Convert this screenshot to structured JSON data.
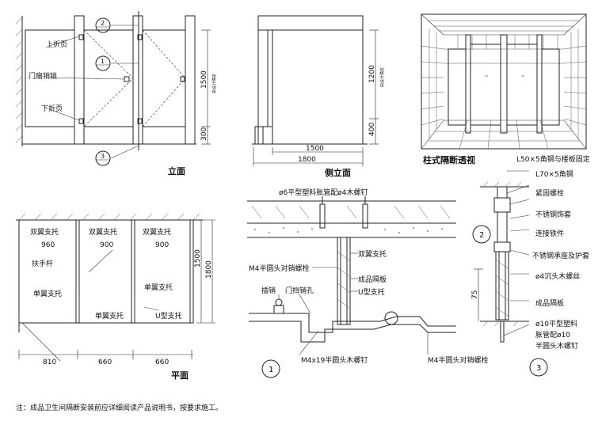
{
  "elevation": {
    "title": "立面",
    "labels": [
      "上折页",
      "门扇销锁",
      "下折页"
    ],
    "dims": [
      "1500",
      "300"
    ],
    "callouts": [
      "2",
      "1",
      "3"
    ],
    "note": "由设计确定"
  },
  "side_elevation": {
    "title": "侧立面",
    "dims_v": [
      "1200",
      "400"
    ],
    "dims_h": [
      "1500",
      "1800"
    ],
    "note": "由设计确定"
  },
  "perspective": {
    "title": "柱式隔断透视"
  },
  "plan": {
    "title": "平面",
    "labels": [
      "双翼支托",
      "双翼支托",
      "双翼支托",
      "扶手杆",
      "单翼支托",
      "单翼支托",
      "单翼支托",
      "U型支托"
    ],
    "top_dims": [
      "960",
      "900",
      "900"
    ],
    "bottom_dims": [
      "810",
      "660",
      "660"
    ],
    "v_dims": [
      "1500",
      "1800"
    ]
  },
  "detail1": {
    "callout": "1",
    "labels": [
      "ø6平型塑料胀管配ø4木螺钉",
      "双翼支托",
      "M4半圆头对销螺栓",
      "成品隔板",
      "U型支托",
      "插销",
      "门挡销孔",
      "M4x19半圆头木螺钉",
      "M4半圆头对销螺栓"
    ]
  },
  "detail23": {
    "callouts": [
      "2",
      "3"
    ],
    "labels": [
      "L50×5角钢与楼板固定",
      "L70×5角钢",
      "紧固螺栓",
      "不锈钢饰套",
      "连接铁件",
      "不锈钢承座及护套",
      "ø4沉头木螺丝",
      "成品隔板",
      "ø10平型塑料",
      "胀管配ø10",
      "半圆头木螺钉"
    ],
    "dim": "75"
  },
  "footnote": "注：成品卫生间隔断安装前应详细阅读产品说明书，按要求施工。"
}
